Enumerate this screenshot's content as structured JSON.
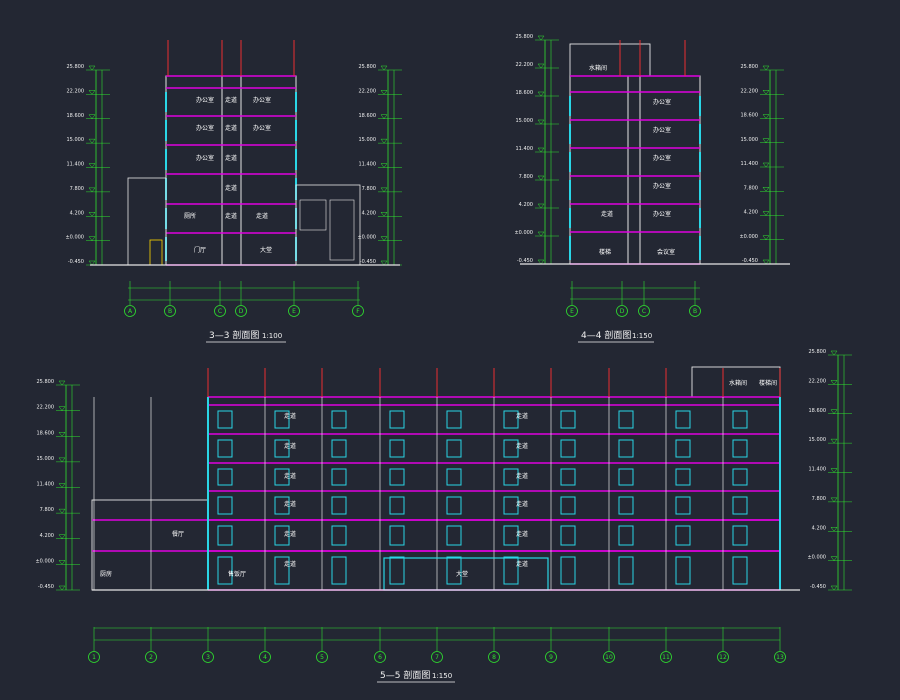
{
  "drawings": [
    {
      "key": "s33",
      "title": "3—3 剖面图",
      "scale": "1:100",
      "axes": [
        "A",
        "B",
        "C",
        "D",
        "E",
        "F"
      ],
      "rooms": [
        "办公室",
        "办公室",
        "办公室",
        "办公室",
        "办公室",
        "走道",
        "走道",
        "走道",
        "走道",
        "走道",
        "厕所",
        "走道",
        "门厅",
        "大堂"
      ]
    },
    {
      "key": "s44",
      "title": "4—4 剖面图",
      "scale": "1:150",
      "axes": [
        "E",
        "D",
        "C",
        "B"
      ],
      "rooms": [
        "水箱间",
        "办公室",
        "办公室",
        "办公室",
        "办公室",
        "办公室",
        "走道",
        "楼梯",
        "会议室"
      ]
    },
    {
      "key": "s55",
      "title": "5—5 剖面图",
      "scale": "1:150",
      "axes": [
        "1",
        "2",
        "3",
        "4",
        "5",
        "6",
        "7",
        "8",
        "9",
        "10",
        "11",
        "12",
        "13"
      ],
      "rooms": [
        "水箱间",
        "楼梯间",
        "走道",
        "走道",
        "走道",
        "走道",
        "走道",
        "走道",
        "走道",
        "走道",
        "走道",
        "走道",
        "餐厅",
        "走道",
        "走道",
        "厨房",
        "售饭厅",
        "大堂"
      ]
    }
  ],
  "elevation_marks": [
    "-0.450",
    "±0.000",
    "4.200",
    "7.800",
    "11.400",
    "15.000",
    "18.600",
    "22.200",
    "25.800"
  ],
  "colors": {
    "background": "#232733",
    "dimension": "#2fe22f",
    "slab": "#e000e0",
    "wall": "#e6e6e6",
    "axis": "#ff3030",
    "glass": "#2ad6e6",
    "text": "#ffffff",
    "stair": "#ffd700"
  }
}
